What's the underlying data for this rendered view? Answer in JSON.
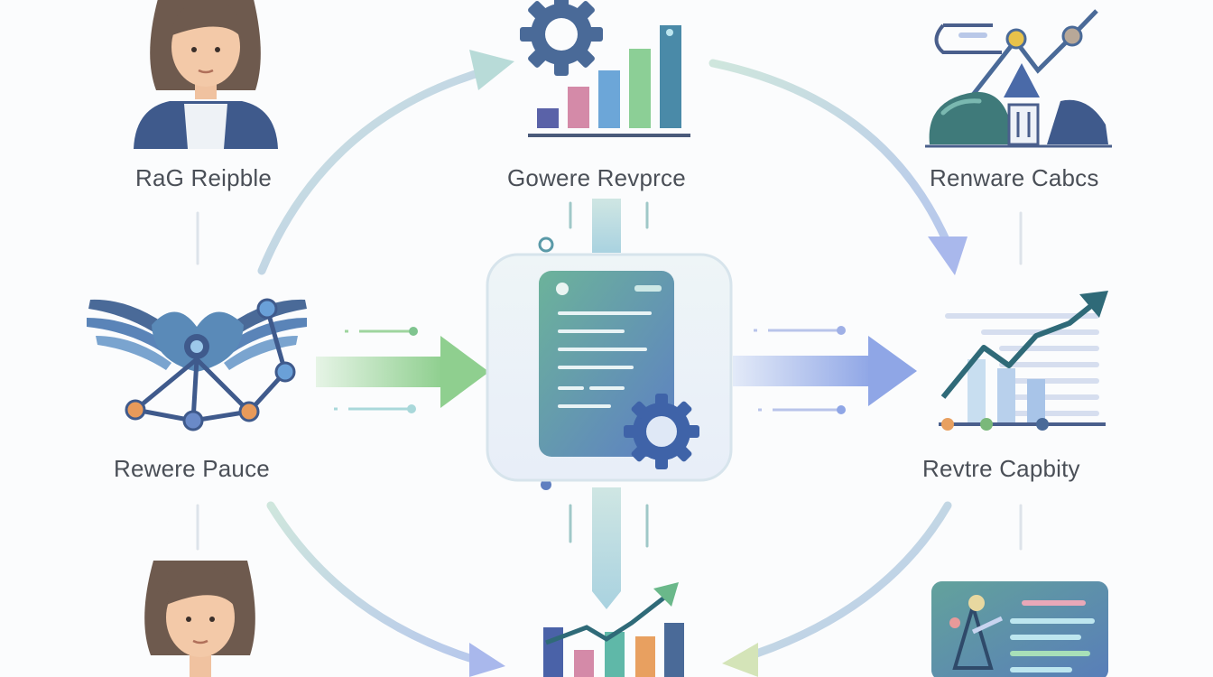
{
  "labels": {
    "top_left": "RaG Reipble",
    "top_center": "Gowere Revprce",
    "top_right": "Renware Cabcs",
    "mid_left": "Rewere Pauce",
    "mid_right": "Revtre Capbity"
  },
  "colors": {
    "ring_blue": "#b9c8e8",
    "ring_green": "#cfe3d8",
    "arrow_green": "#8fcf8f",
    "arrow_blue": "#8fa6e6",
    "card_teal": "#5fa39c",
    "card_blue": "#5f7fc0",
    "gear_navy": "#3d5a8a",
    "skin": "#f3c9a8",
    "hair": "#6e5a4e",
    "jacket": "#3f5a8c"
  },
  "icons": {
    "top_left": "person-avatar-icon",
    "top_center": "gear-bar-chart-icon",
    "top_right": "growth-chart-landscape-icon",
    "mid_left": "winged-network-icon",
    "center": "document-gear-icon",
    "mid_right": "trend-up-chart-icon",
    "bottom_left": "person-avatar-icon",
    "bottom_center": "bar-chart-trend-icon",
    "bottom_right": "dashboard-panel-icon"
  }
}
